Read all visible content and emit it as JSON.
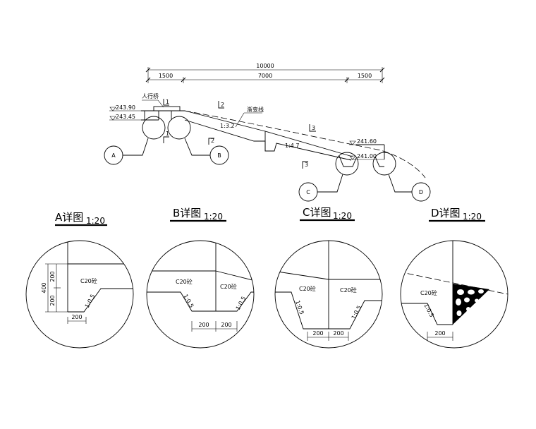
{
  "profile": {
    "dim_total": "10000",
    "dim_left": "1500",
    "dim_mid": "7000",
    "dim_right": "1500",
    "elev_top1": "243.90",
    "elev_top2": "243.45",
    "elev_right1": "241.60",
    "elev_right2": "241.00",
    "walkway": "人行桥",
    "gradient_line": "渐变线",
    "slope1": "1:3.2",
    "slope2": "1:4.7",
    "section1_top": "1",
    "section1_bot": "1",
    "section2_top": "2",
    "section2_bot": "2",
    "section3_top": "3",
    "section3_bot": "3",
    "callouts": [
      "A",
      "B",
      "C",
      "D"
    ]
  },
  "details": [
    {
      "title": "A详图",
      "scale": "1:20",
      "concrete": [
        "C20砼"
      ],
      "slope": "1:0.5",
      "dims": [
        "200",
        "400",
        "200",
        "200"
      ]
    },
    {
      "title": "B详图",
      "scale": "1:20",
      "concrete": [
        "C20砼",
        "C20砼"
      ],
      "slopes": [
        "1:0.5",
        "1:0.5"
      ],
      "dims": [
        "200",
        "200"
      ]
    },
    {
      "title": "C详图",
      "scale": "1:20",
      "concrete": [
        "C20砼",
        "C20砼"
      ],
      "slopes": [
        "1:0.5",
        "1:0.5"
      ],
      "dims": [
        "200",
        "200"
      ]
    },
    {
      "title": "D详图",
      "scale": "1:20",
      "concrete": [
        "C20砼"
      ],
      "slope": "1:0.5",
      "dims": [
        "200"
      ]
    }
  ]
}
